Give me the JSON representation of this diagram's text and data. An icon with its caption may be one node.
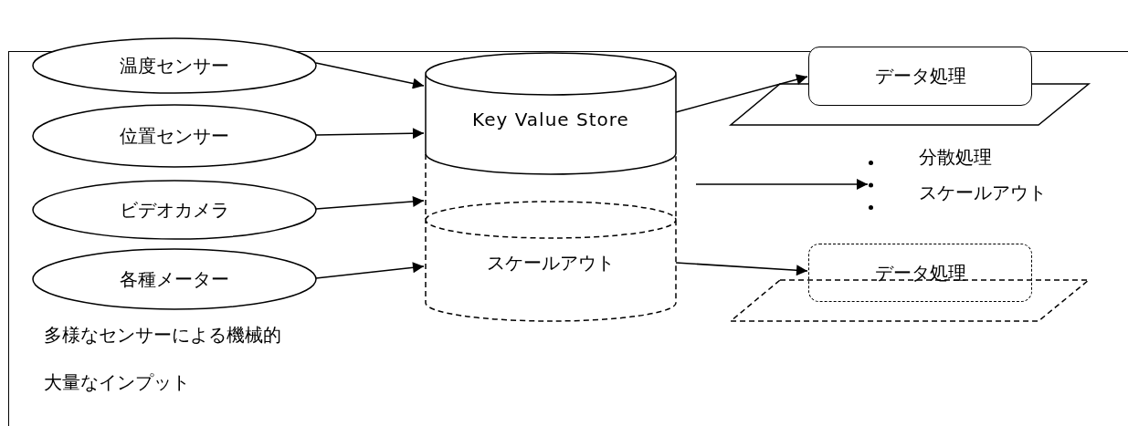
{
  "diagram": {
    "nodes": [
      {
        "text": [],
        "shape": "box"
      },
      {
        "text": [
          "温度センサー"
        ],
        "in": 0
      },
      {
        "text": [
          "位置センサー"
        ],
        "in": 0
      },
      {
        "text": [
          "ビデオカメラ"
        ],
        "in": 0
      },
      {
        "text": [
          "各種メーター"
        ],
        "in": 0,
        "beside": [
          "多様なセンサーによる機械的",
          "大量なインプット"
        ]
      },
      {
        "text": [
          "Key Value Store"
        ],
        "in": 0
      },
      {
        "text": [
          "スケールアウト"
        ],
        "in": 0
      },
      {
        "text": [
          "データ処理"
        ],
        "in": 0
      },
      {
        "text": [
          "データ処理"
        ],
        "in": 0
      },
      {
        "text": [
          "分散処理",
          "スケールアウト"
        ],
        "in": 0
      },
      {
        "text": [],
        "shape": "parallelogram",
        "in": 0
      },
      {
        "text": [],
        "shape": "parallelogram",
        "in": 0
      }
    ],
    "edges": [
      {
        "from": 1,
        "to": 5,
        "arrow": "to"
      },
      {
        "from": 2,
        "to": 5,
        "arrow": "to"
      },
      {
        "from": 3,
        "to": 6,
        "arrow": "to"
      },
      {
        "from": 4,
        "to": 6,
        "arrow": "to"
      },
      {
        "from": 5,
        "to": 7,
        "arrow": "to"
      },
      {
        "from": null,
        "to": 9,
        "arrow": "to"
      },
      {
        "from": 6,
        "to": 8,
        "arrow": "to"
      }
    ]
  }
}
